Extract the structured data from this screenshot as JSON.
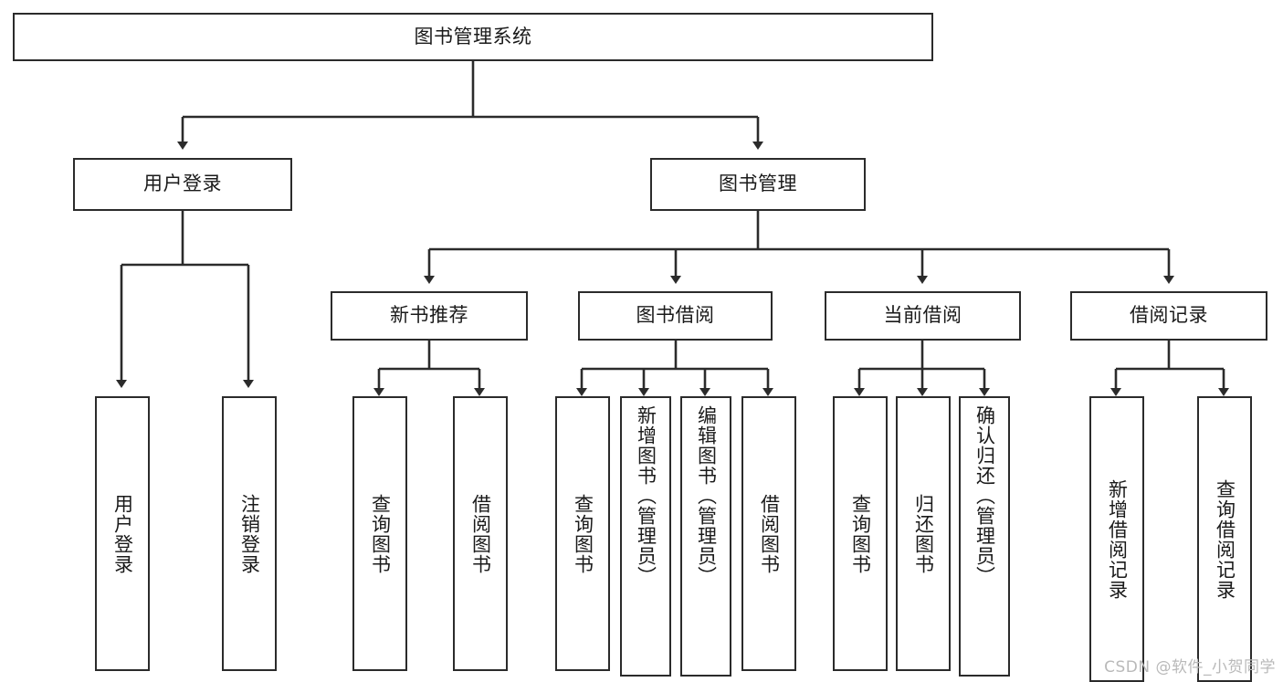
{
  "diagram": {
    "title": "图书管理系统",
    "type": "功能结构图",
    "root": {
      "label": "图书管理系统"
    },
    "level2": [
      {
        "label": "用户登录"
      },
      {
        "label": "图书管理"
      }
    ],
    "level3": [
      {
        "label": "新书推荐"
      },
      {
        "label": "图书借阅"
      },
      {
        "label": "当前借阅"
      },
      {
        "label": "借阅记录"
      }
    ],
    "leaves": [
      {
        "label": "用户登录",
        "parent": "用户登录"
      },
      {
        "label": "注销登录",
        "parent": "用户登录"
      },
      {
        "label": "查询图书",
        "parent": "新书推荐"
      },
      {
        "label": "借阅图书",
        "parent": "新书推荐"
      },
      {
        "label": "查询图书",
        "parent": "图书借阅"
      },
      {
        "label": "新增图书（管理员）",
        "parent": "图书借阅"
      },
      {
        "label": "编辑图书（管理员）",
        "parent": "图书借阅"
      },
      {
        "label": "借阅图书",
        "parent": "图书借阅"
      },
      {
        "label": "查询图书",
        "parent": "当前借阅"
      },
      {
        "label": "归还图书",
        "parent": "当前借阅"
      },
      {
        "label": "确认归还（管理员）",
        "parent": "当前借阅"
      },
      {
        "label": "新增借阅记录",
        "parent": "借阅记录"
      },
      {
        "label": "查询借阅记录",
        "parent": "借阅记录"
      }
    ]
  },
  "watermark": {
    "text": "CSDN @软件_小贺同学"
  },
  "colors": {
    "border": "#2b2b2b",
    "text": "#1a1a1a",
    "background": "#ffffff",
    "watermark": "#b9b9b9"
  }
}
